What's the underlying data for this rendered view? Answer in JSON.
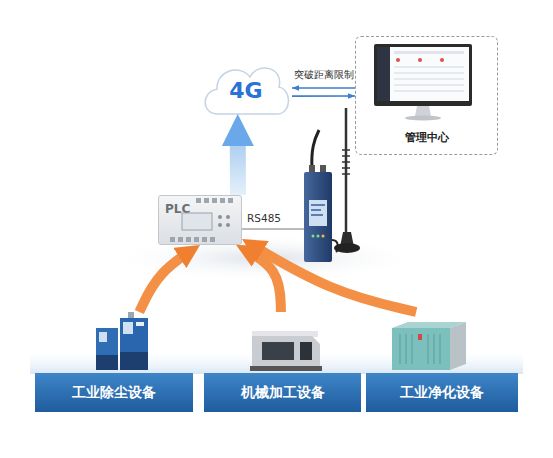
{
  "diagram": {
    "nodes": [
      {
        "text": [
          "4G"
        ]
      },
      {
        "text": [
          "管理中心"
        ]
      },
      {
        "text": [
          "PLC"
        ]
      },
      {
        "text": [
          "工业除尘设备"
        ]
      },
      {
        "text": [
          "机械加工设备"
        ]
      },
      {
        "text": [
          "工业净化设备"
        ]
      }
    ],
    "edges": [
      {
        "from": 2,
        "to": 0,
        "arrow": "to"
      },
      {
        "from": 0,
        "to": 1,
        "label": "突破距离限制",
        "arrow": "both"
      },
      {
        "from": 3,
        "to": 2,
        "arrow": "to"
      },
      {
        "from": 4,
        "to": 2,
        "arrow": "to"
      },
      {
        "from": 5,
        "to": 2,
        "arrow": "to"
      }
    ],
    "labels": [
      "RS485"
    ]
  }
}
